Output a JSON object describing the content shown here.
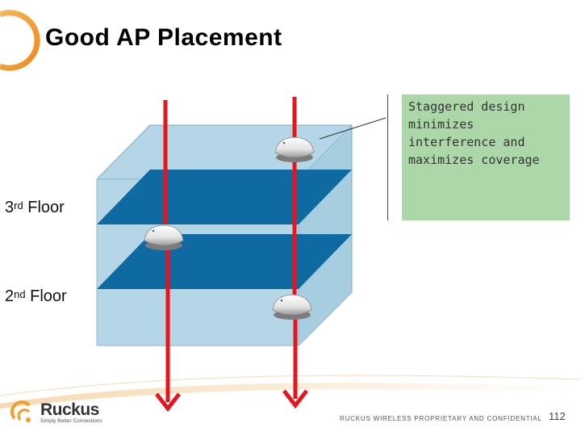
{
  "slide": {
    "title": "Good AP Placement",
    "callout_text": "Staggered design minimizes interference and maximizes coverage",
    "floor_3": {
      "number": "3",
      "suffix": "rd",
      "word": " Floor"
    },
    "floor_2": {
      "number": "2",
      "suffix": "nd",
      "word": " Floor"
    },
    "footer": "RUCKUS WIRELESS PROPRIETARY AND CONFIDENTIAL",
    "page_number": "112",
    "logo": {
      "name": "Ruckus",
      "tagline": "Simply Better Connections"
    }
  },
  "colors": {
    "accent_orange": "#f39b2d",
    "box_light_blue": "#b5d6e6",
    "floor_blue": "#0e6aa0",
    "arrow_red": "#e8141b",
    "callout_green": "#acd7a8"
  },
  "icons": [
    "access-point-icon",
    "arrow-up-icon",
    "arrow-down-icon",
    "ruckus-logo-icon"
  ]
}
